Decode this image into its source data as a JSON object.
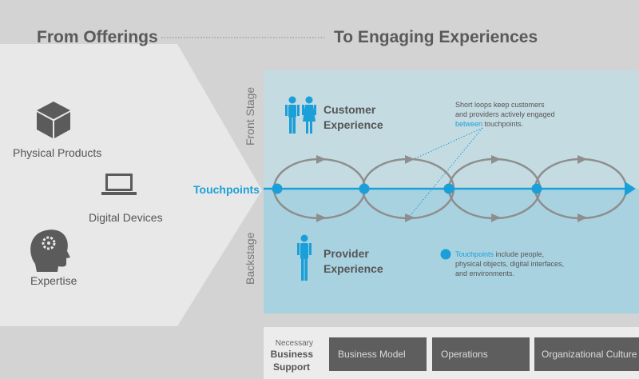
{
  "header": {
    "left_title": "From Offerings",
    "right_title": "To Engaging Experiences"
  },
  "offerings": {
    "physical_products": "Physical Products",
    "digital_devices": "Digital Devices",
    "expertise": "Expertise"
  },
  "stages": {
    "front": "Front Stage",
    "back": "Backstage"
  },
  "touchpoints_label": "Touchpoints",
  "customer": {
    "line1": "Customer",
    "line2": "Experience"
  },
  "provider": {
    "line1": "Provider",
    "line2": "Experience"
  },
  "note_loops": {
    "line1": "Short loops keep customers",
    "line2": "and providers actively engaged",
    "line3_highlight": "between",
    "line3_rest": " touchpoints."
  },
  "note_touchpoints": {
    "line1_highlight": "Touchpoints",
    "line1_rest": " include people,",
    "line2": "physical objects, digital interfaces,",
    "line3": "and environments."
  },
  "support": {
    "label_line1": "Necessary",
    "label_line2": "Business",
    "label_line3": "Support",
    "boxes": [
      "Business Model",
      "Operations",
      "Organizational Culture"
    ]
  },
  "colors": {
    "accent": "#1b9fd8",
    "panel_top": "#c4dbe2",
    "panel_bottom": "#a9d2e0",
    "dark_gray": "#5e5e5e",
    "text_gray": "#555555"
  }
}
